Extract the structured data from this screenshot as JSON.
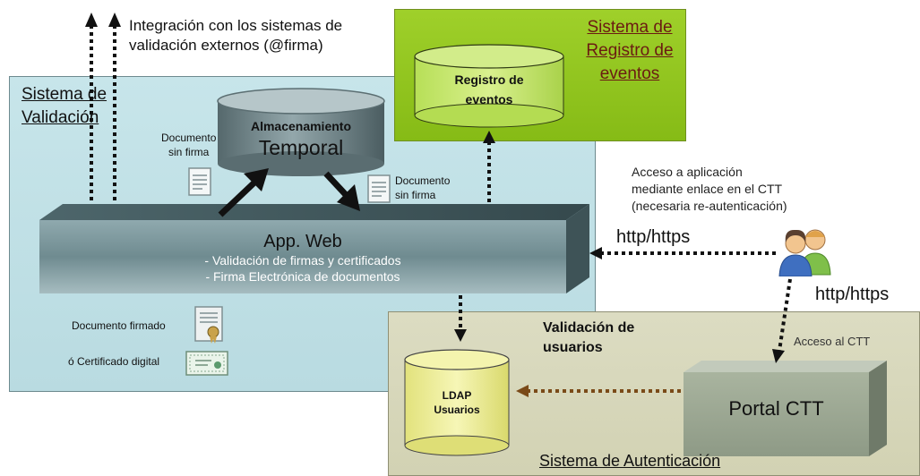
{
  "top_note": {
    "line1": "Integración con los sistemas de",
    "line2": "validación externos (@firma)"
  },
  "validation_system": {
    "title_line1": "Sistema de",
    "title_line2": "Validación"
  },
  "event_system": {
    "title_line1": "Sistema de",
    "title_line2": "Registro de",
    "title_line3": "eventos",
    "db_line1": "Registro de",
    "db_line2": "eventos"
  },
  "storage": {
    "line1": "Almacenamiento",
    "line2": "Temporal"
  },
  "doc_unsigned_left": {
    "line1": "Documento",
    "line2": "sin firma"
  },
  "doc_unsigned_right": {
    "line1": "Documento",
    "line2": "sin firma"
  },
  "app": {
    "title": "App. Web",
    "item1": "- Validación de firmas y certificados",
    "item2": "- Firma Electrónica de documentos"
  },
  "access_note": {
    "line1": "Acceso a aplicación",
    "line2": "mediante enlace en el CTT",
    "line3": "(necesaria re-autenticación)"
  },
  "protocol_1": "http/https",
  "protocol_2": "http/https",
  "signed_doc": "Documento firmado",
  "certificate": "ó Certificado digital",
  "auth_system": {
    "title": "Sistema de Autenticación",
    "validation_line1": "Validación de",
    "validation_line2": "usuarios",
    "access_ctt": "Acceso al CTT",
    "portal": "Portal CTT",
    "ldap_line1": "LDAP",
    "ldap_line2": "Usuarios"
  },
  "colors": {
    "validation_bg": "#bfdfe4",
    "event_bg": "#8fc31f",
    "auth_bg": "#d8d8bd",
    "ldap_fill": "#eeee9b",
    "app_dark": "#5f7c82",
    "portal_fill": "#9ca895"
  }
}
